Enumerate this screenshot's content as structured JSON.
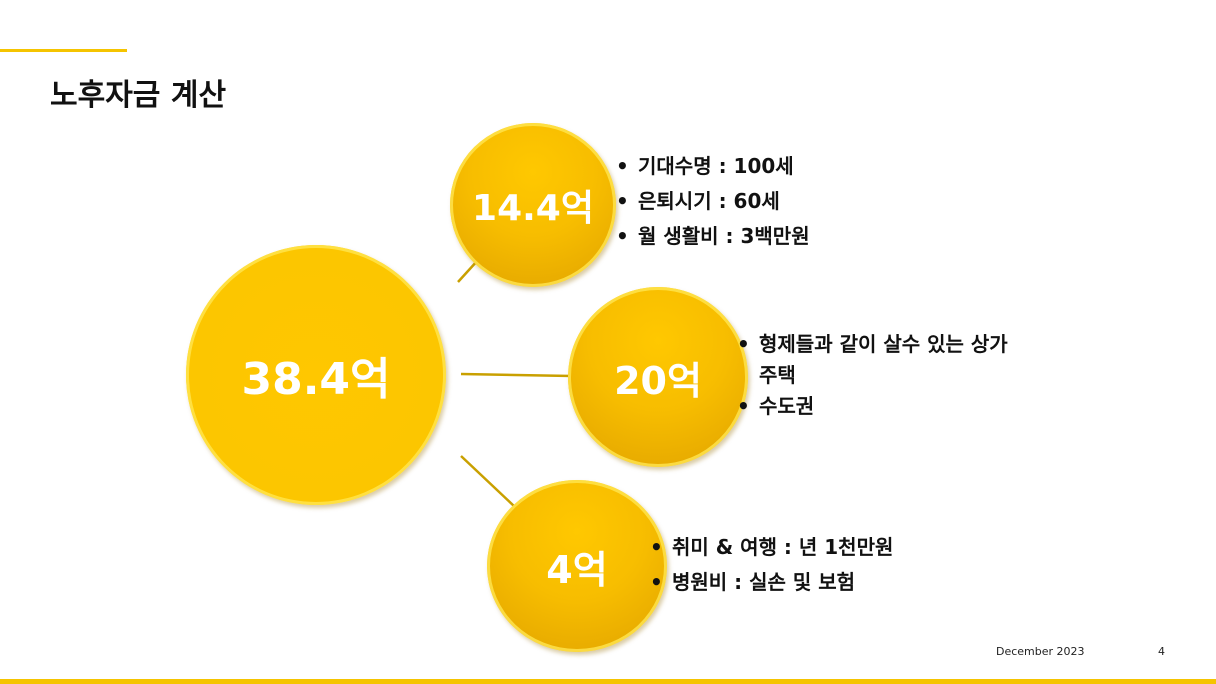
{
  "title": "노후자금 계산",
  "total": {
    "label": "38.4억"
  },
  "branches": [
    {
      "label": "14.4억",
      "items": [
        "기대수명 : 100세",
        "은퇴시기 : 60세",
        "월 생활비 : 3백만원"
      ]
    },
    {
      "label": "20억",
      "items": [
        "형제들과 같이 살수 있는 상가주택",
        "수도권"
      ]
    },
    {
      "label": "4억",
      "items": [
        "취미 & 여행 : 년 1천만원",
        "병원비 : 실손 및 보험"
      ]
    }
  ],
  "footer": {
    "date": "December 2023",
    "page": "4"
  },
  "colors": {
    "accent": "#f5c400"
  }
}
